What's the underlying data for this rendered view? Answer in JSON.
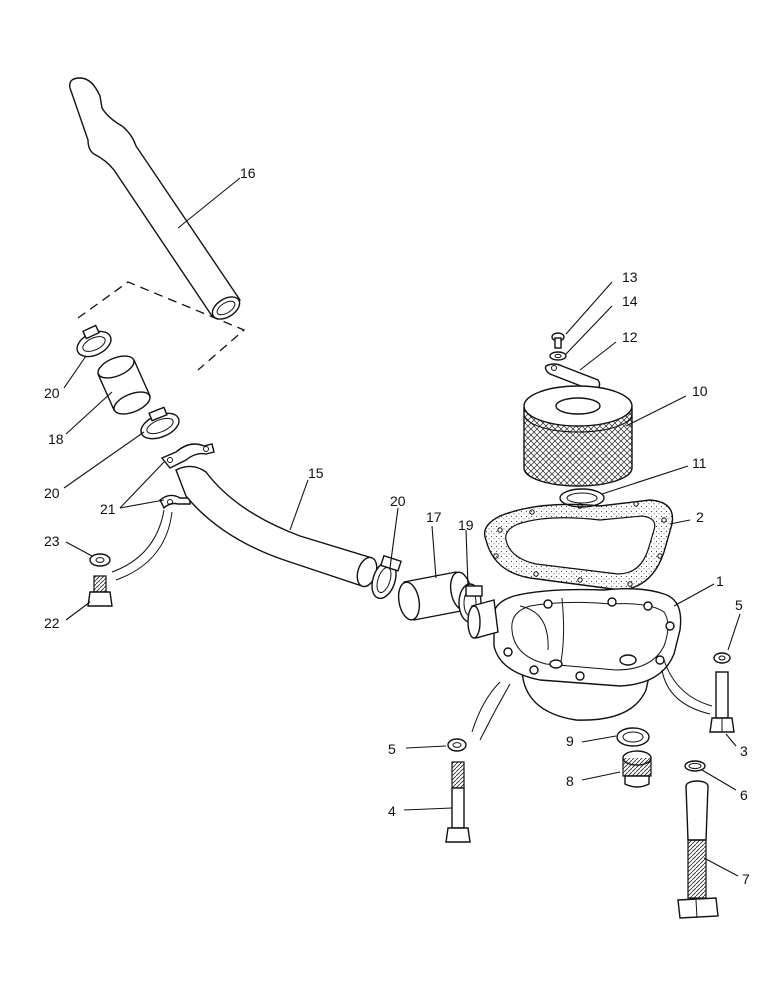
{
  "diagram": {
    "type": "exploded-parts-diagram",
    "labels": {
      "p1": "1",
      "p2": "2",
      "p3": "3",
      "p4": "4",
      "p5a": "5",
      "p5b": "5",
      "p6": "6",
      "p7": "7",
      "p8": "8",
      "p9": "9",
      "p10": "10",
      "p11": "11",
      "p12": "12",
      "p13": "13",
      "p14": "14",
      "p15": "15",
      "p16": "16",
      "p17": "17",
      "p18": "18",
      "p19": "19",
      "p20a": "20",
      "p20b": "20",
      "p20c": "20",
      "p21": "21",
      "p22": "22",
      "p23": "23"
    }
  }
}
